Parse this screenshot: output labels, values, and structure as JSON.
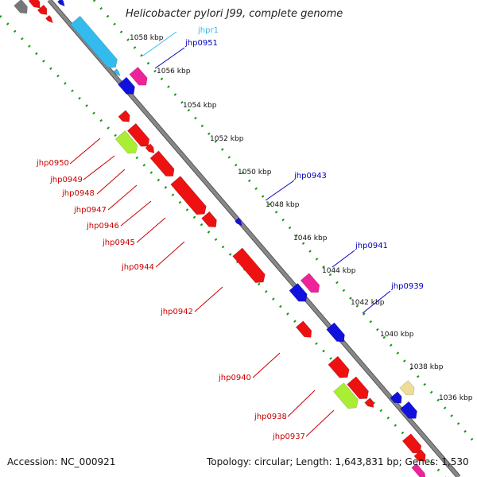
{
  "title": "Helicobacter pylori J99, complete genome",
  "accession": "Accession: NC_000921",
  "topology": "Topology: circular; Length: 1,643,831 bp; Genes: 1,530",
  "colors": {
    "backbone": "#888888",
    "tick": "#119911",
    "red_gene": "#ee1111",
    "blue_gene": "#1111dd",
    "cyan_gene": "#33bbee",
    "magenta_gene": "#ee2299",
    "green_gene": "#aaee33",
    "tan_gene": "#eedd99",
    "gray_gene": "#777777",
    "red_label": "#cc0000",
    "blue_label": "#0000bb",
    "cyan_label": "#33bbee"
  },
  "scale_labels": [
    "1058 kbp",
    "1056 kbp",
    "1054 kbp",
    "1052 kbp",
    "1050 kbp",
    "1048 kbp",
    "1046 kbp",
    "1044 kbp",
    "1042 kbp",
    "1040 kbp",
    "1038 kbp",
    "1036 kbp"
  ],
  "gene_labels": {
    "right": [
      {
        "text": "jhpr1",
        "color": "cyan"
      },
      {
        "text": "jhp0951",
        "color": "blue"
      },
      {
        "text": "jhp0943",
        "color": "blue"
      },
      {
        "text": "jhp0941",
        "color": "blue"
      },
      {
        "text": "jhp0939",
        "color": "blue"
      }
    ],
    "left": [
      {
        "text": "jhp0950",
        "color": "red"
      },
      {
        "text": "jhp0949",
        "color": "red"
      },
      {
        "text": "jhp0948",
        "color": "red"
      },
      {
        "text": "jhp0947",
        "color": "red"
      },
      {
        "text": "jhp0946",
        "color": "red"
      },
      {
        "text": "jhp0945",
        "color": "red"
      },
      {
        "text": "jhp0944",
        "color": "red"
      },
      {
        "text": "jhp0942",
        "color": "red"
      },
      {
        "text": "jhp0940",
        "color": "red"
      },
      {
        "text": "jhp0938",
        "color": "red"
      },
      {
        "text": "jhp0937",
        "color": "red"
      }
    ]
  },
  "genes": [
    {
      "type": "gray",
      "strand": "upper"
    },
    {
      "type": "red",
      "strand": "upper"
    },
    {
      "type": "red",
      "strand": "upper"
    },
    {
      "type": "red",
      "strand": "upper"
    },
    {
      "type": "blue",
      "strand": "upper"
    },
    {
      "type": "cyan",
      "strand": "inner"
    },
    {
      "type": "cyan",
      "strand": "inner"
    },
    {
      "type": "magenta",
      "strand": "inner"
    },
    {
      "type": "blue",
      "strand": "inner"
    },
    {
      "type": "red",
      "strand": "inner"
    },
    {
      "type": "red",
      "strand": "inner"
    },
    {
      "type": "green",
      "strand": "outer"
    },
    {
      "type": "red",
      "strand": "inner"
    },
    {
      "type": "red",
      "strand": "inner"
    },
    {
      "type": "red",
      "strand": "inner"
    },
    {
      "type": "red",
      "strand": "inner"
    },
    {
      "type": "blue",
      "strand": "inner"
    },
    {
      "type": "red",
      "strand": "inner"
    },
    {
      "type": "magenta",
      "strand": "inner"
    },
    {
      "type": "blue",
      "strand": "inner"
    },
    {
      "type": "red",
      "strand": "inner"
    },
    {
      "type": "blue",
      "strand": "inner"
    },
    {
      "type": "red",
      "strand": "inner"
    },
    {
      "type": "red",
      "strand": "inner"
    },
    {
      "type": "green",
      "strand": "outer"
    },
    {
      "type": "red",
      "strand": "inner"
    },
    {
      "type": "tan",
      "strand": "inner"
    },
    {
      "type": "blue",
      "strand": "inner"
    },
    {
      "type": "blue",
      "strand": "inner"
    },
    {
      "type": "red",
      "strand": "inner"
    },
    {
      "type": "red",
      "strand": "inner"
    },
    {
      "type": "magenta",
      "strand": "inner"
    }
  ]
}
